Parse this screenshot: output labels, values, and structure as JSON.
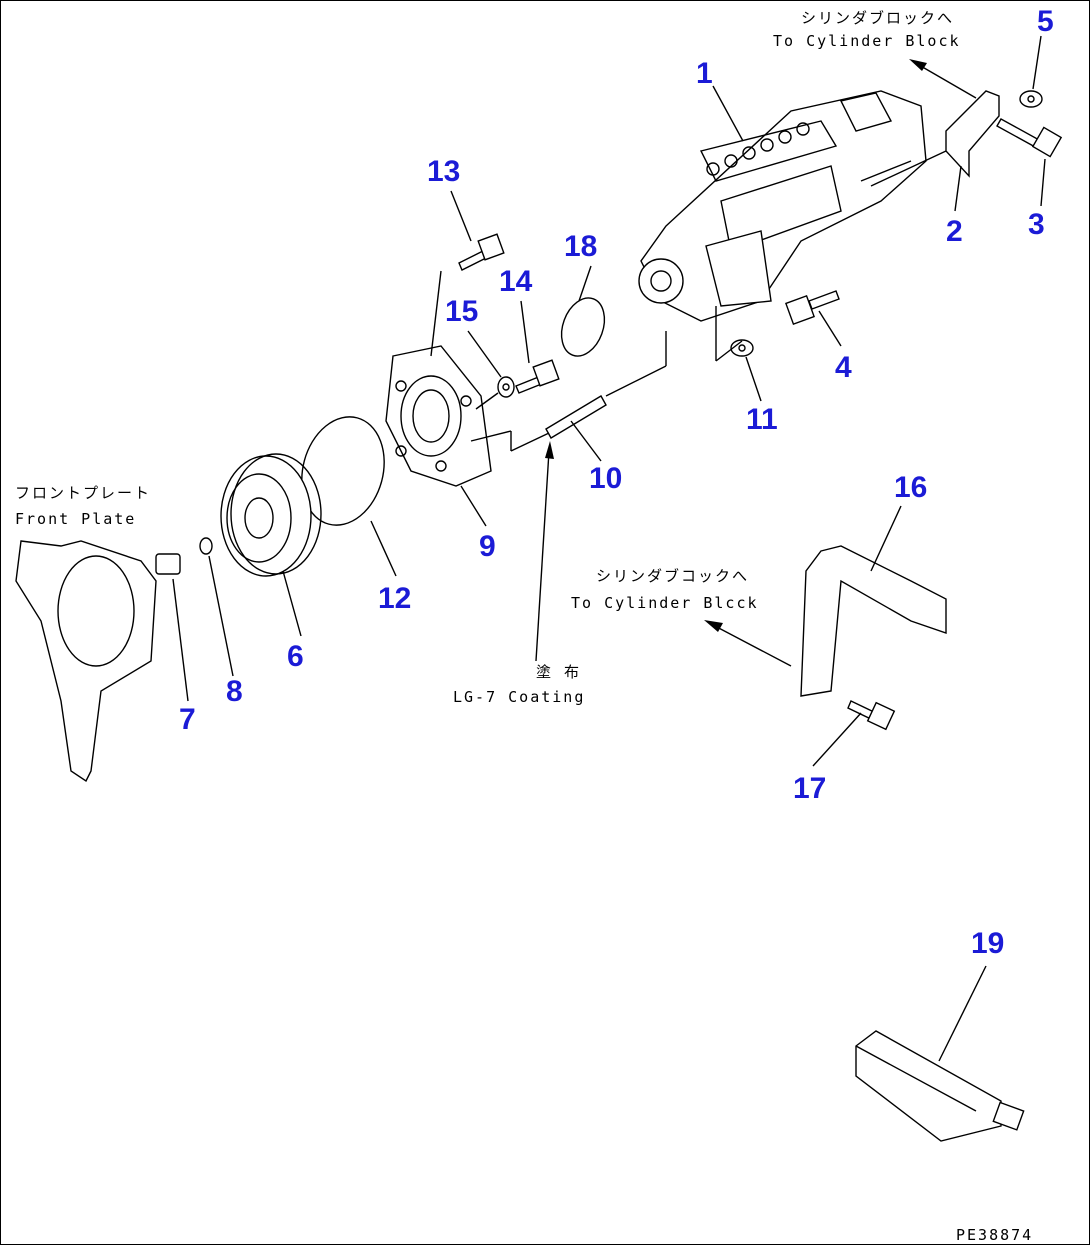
{
  "drawing_code": "PE38874",
  "annotations": {
    "to_cylinder_block_top_jp": "シリンダブロックへ",
    "to_cylinder_block_top_en": "To Cylinder Block",
    "front_plate_jp": "フロントプレート",
    "front_plate_en": "Front Plate",
    "to_cylinder_block_mid_jp": "シリンダブコックへ",
    "to_cylinder_block_mid_en": "To Cylinder Blcck",
    "coating_jp": "塗 布",
    "coating_en": "LG-7 Coating"
  },
  "callouts": [
    "1",
    "2",
    "3",
    "4",
    "5",
    "6",
    "7",
    "8",
    "9",
    "10",
    "11",
    "12",
    "13",
    "14",
    "15",
    "16",
    "17",
    "18",
    "19"
  ],
  "colors": {
    "callout": "#1b1bd6",
    "line": "#000000"
  }
}
